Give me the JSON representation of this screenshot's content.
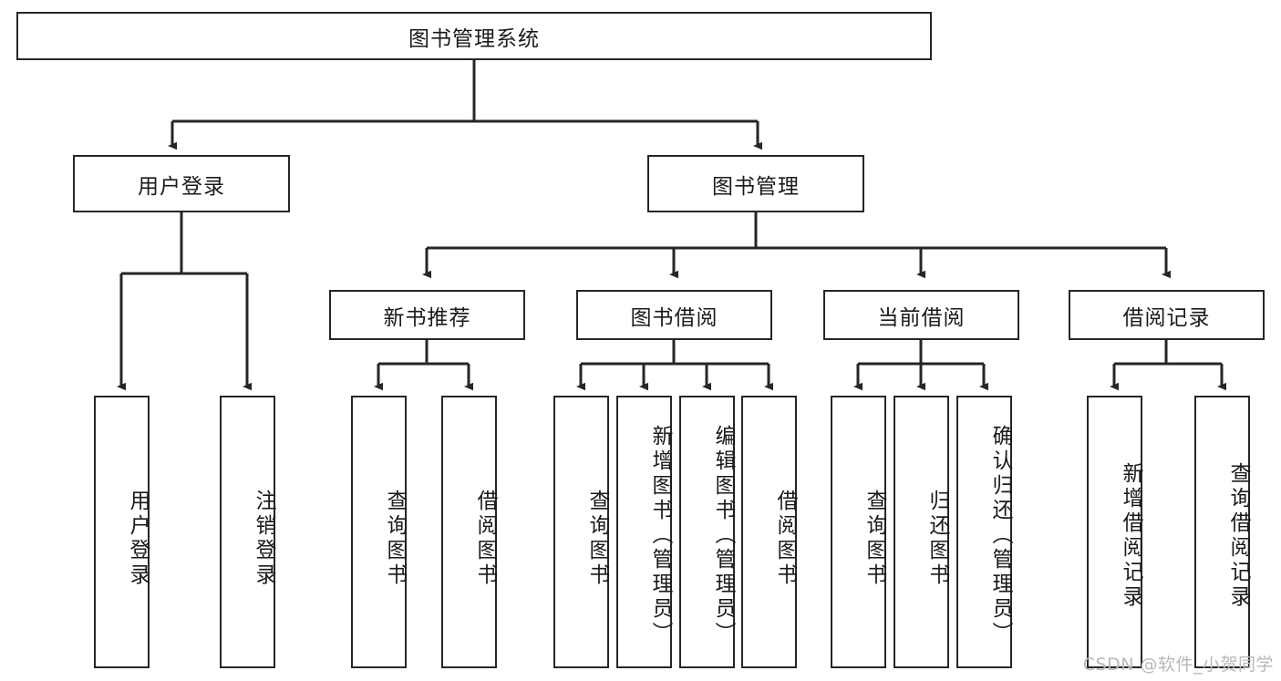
{
  "diagram": {
    "title_node": {
      "label": "图书管理系统"
    },
    "level2": [
      {
        "id": "user-login",
        "label": "用户登录"
      },
      {
        "id": "book-management",
        "label": "图书管理"
      }
    ],
    "level3": [
      {
        "id": "new-book-recommend",
        "label": "新书推荐"
      },
      {
        "id": "book-borrow",
        "label": "图书借阅"
      },
      {
        "id": "current-borrow",
        "label": "当前借阅"
      },
      {
        "id": "borrow-record",
        "label": "借阅记录"
      }
    ],
    "leaves": [
      {
        "id": "leaf-user-login",
        "label": "用户登录"
      },
      {
        "id": "leaf-logout-login",
        "label": "注销登录"
      },
      {
        "id": "leaf-query-book-1",
        "label": "查询图书"
      },
      {
        "id": "leaf-borrow-book-1",
        "label": "借阅图书"
      },
      {
        "id": "leaf-query-book-2",
        "label": "查询图书"
      },
      {
        "id": "leaf-add-book-admin",
        "label": "新增图书（管理员）"
      },
      {
        "id": "leaf-edit-book-admin",
        "label": "编辑图书（管理员）"
      },
      {
        "id": "leaf-borrow-book-2",
        "label": "借阅图书"
      },
      {
        "id": "leaf-query-book-3",
        "label": "查询图书"
      },
      {
        "id": "leaf-return-book",
        "label": "归还图书"
      },
      {
        "id": "leaf-confirm-return-admin",
        "label": "确认归还（管理员）"
      },
      {
        "id": "leaf-add-borrow-record",
        "label": "新增借阅记录"
      },
      {
        "id": "leaf-query-borrow-record",
        "label": "查询借阅记录"
      }
    ]
  },
  "watermark": {
    "text": "CSDN @软件_小贺同学"
  },
  "colors": {
    "stroke": "#262626",
    "background": "#ffffff",
    "text": "#1a1a1a",
    "watermark": "#b9b9b9"
  }
}
